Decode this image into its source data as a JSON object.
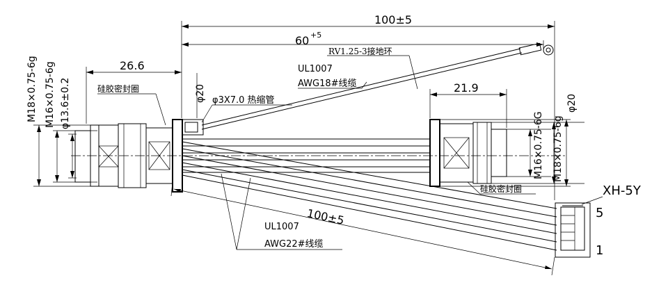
{
  "overall_length_top": "100±5",
  "ground_wire_length": "60",
  "ground_wire_tolerance": "+5",
  "ground_terminal": "RV1.25-3接地环",
  "ground_wire_type": "UL1007",
  "ground_wire_gauge": "AWG18#线缆",
  "left_connector_length": "26.6",
  "left_seal_label": "硅胶密封圈",
  "left_dia_label": "φ20",
  "heat_shrink_label": "φ3X7.0 热缩管",
  "left_vertical_dims": [
    "M18×0.75-6g",
    "M16×0.75-6g",
    "φ13.6±0.2"
  ],
  "right_connector_length": "21.9",
  "right_vertical_dims": [
    "M16×0.75-6G",
    "M18×0.75-6g",
    "φ20"
  ],
  "right_seal_label": "硅胶密封圈",
  "connector_name": "XH-5Y",
  "pin_last": "5",
  "pin_first": "1",
  "lower_wire_length": "100±5",
  "lower_wire_type": "UL1007",
  "lower_wire_gauge": "AWG22#线缆"
}
